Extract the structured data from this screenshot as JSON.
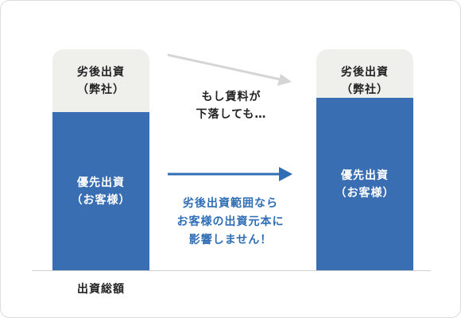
{
  "left_bar": {
    "subordinated": {
      "line1": "劣後出資",
      "line2": "（弊社）"
    },
    "senior": {
      "line1": "優先出資",
      "line2": "（お客様）"
    }
  },
  "right_bar": {
    "subordinated": {
      "line1": "劣後出資",
      "line2": "（弊社）"
    },
    "senior": {
      "line1": "優先出資",
      "line2": "（お客様）"
    }
  },
  "gray_note": {
    "line1": "もし賃料が",
    "line2": "下落しても…"
  },
  "blue_note": {
    "line1": "劣後出資範囲なら",
    "line2": "お客様の出資元本に",
    "line3": "影響しません！"
  },
  "axis_label": "出資総額",
  "colors": {
    "senior": "#3a6eb2",
    "subordinated": "#efefec",
    "gray_arrow": "#d5d5d5",
    "blue_arrow": "#2f6db4"
  }
}
